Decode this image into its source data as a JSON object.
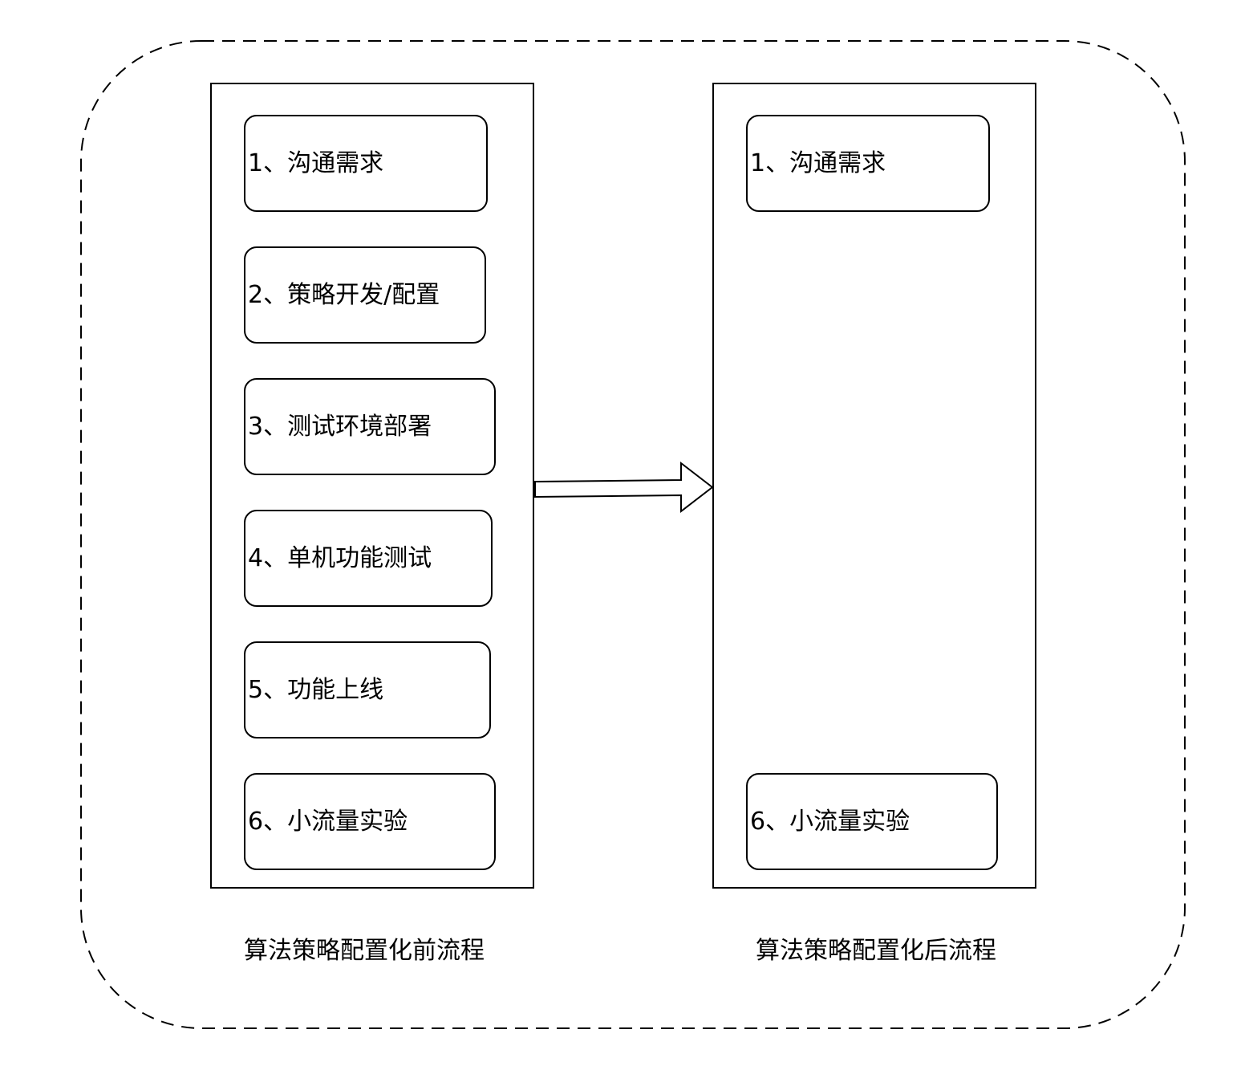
{
  "diagram": {
    "before": {
      "caption": "算法策略配置化前流程",
      "steps": [
        "1、沟通需求",
        "2、策略开发/配置",
        "3、测试环境部署",
        "4、单机功能测试",
        "5、功能上线",
        "6、小流量实验"
      ]
    },
    "after": {
      "caption": "算法策略配置化后流程",
      "steps": [
        "1、沟通需求",
        "6、小流量实验"
      ]
    }
  }
}
